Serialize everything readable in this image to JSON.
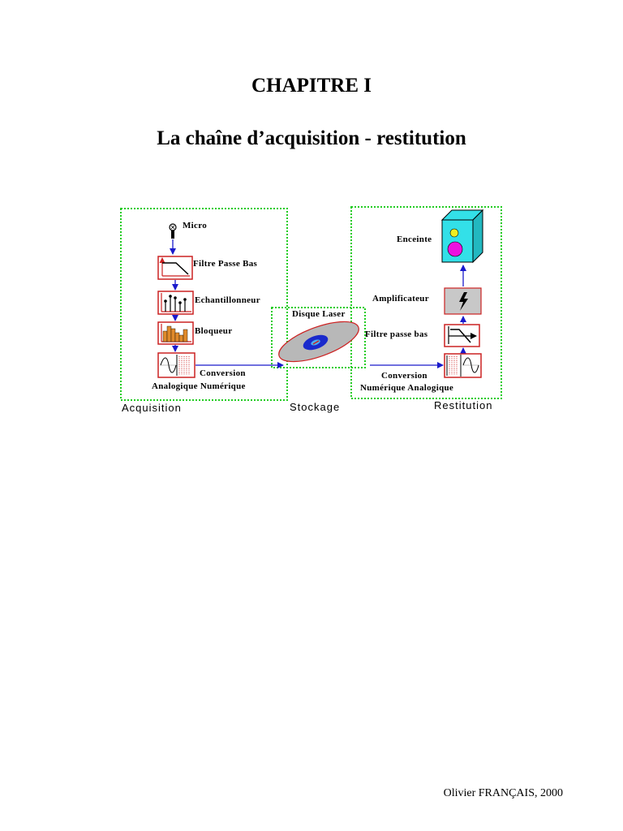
{
  "document": {
    "chapter": "CHAPITRE I",
    "title": "La chaîne d’acquisition - restitution",
    "footer": "Olivier FRANÇAIS, 2000"
  },
  "diagram": {
    "sections": {
      "acquisition": "Acquisition",
      "stockage": "Stockage",
      "restitution": "Restitution"
    },
    "acquisition": {
      "micro": "Micro",
      "filtre": "Filtre Passe Bas",
      "echantillonneur": "Echantillonneur",
      "bloqueur": "Bloqueur",
      "conversion_line1": "Conversion",
      "conversion_line2": "Analogique  Numérique"
    },
    "stockage": {
      "disque": "Disque Laser"
    },
    "restitution": {
      "enceinte": "Enceinte",
      "amplificateur": "Amplificateur",
      "filtre": "Filtre passe bas",
      "conversion_line1": "Conversion",
      "conversion_line2": "Numérique Analogique"
    },
    "colors": {
      "dotted_border": "#22cc22",
      "arrow": "#1a1acc",
      "block_border": "#cc2222",
      "speaker": "#33e0e8",
      "disk": "#b8b8b8",
      "amplifier": "#c8c8c8",
      "bars": "#e08a2a"
    }
  }
}
